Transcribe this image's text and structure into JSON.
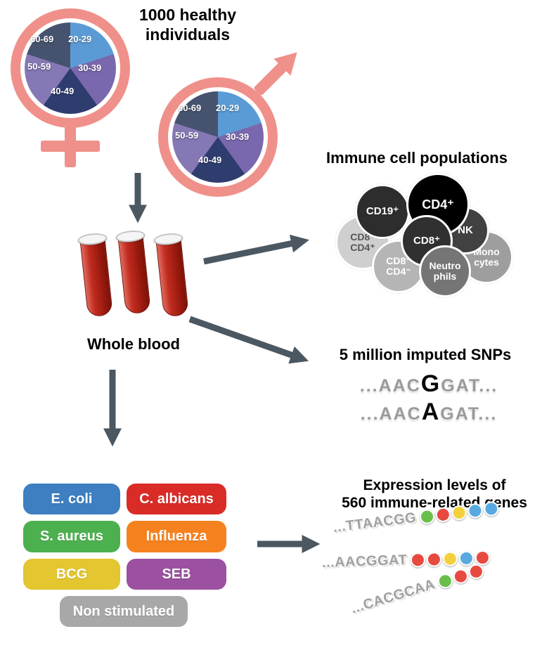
{
  "heading": "1000 healthy\nindividuals",
  "age_groups": [
    "20-29",
    "30-39",
    "40-49",
    "50-59",
    "60-69"
  ],
  "pie_colors": {
    "20-29": "#5b9bd5",
    "30-39": "#7a68ae",
    "40-49": "#2e3d6e",
    "50-59": "#8578b5",
    "60-69": "#46536f"
  },
  "colors": {
    "gender_symbol": "#f0908a",
    "arrow": "#4b5761"
  },
  "whole_blood_label": "Whole blood",
  "immune": {
    "title": "Immune cell populations",
    "cells": [
      {
        "label": "CD19⁺",
        "color": "#2d2d2d",
        "text_color": "#ffffff"
      },
      {
        "label": "CD4⁺",
        "color": "#000000",
        "text_color": "#ffffff"
      },
      {
        "label": "NK",
        "color": "#414141",
        "text_color": "#ffffff"
      },
      {
        "label": "CD8⁺",
        "color": "#303030",
        "text_color": "#ffffff"
      },
      {
        "label": "CD8⁺\nCD4⁺",
        "color": "#cfcfcf",
        "text_color": "#565656"
      },
      {
        "label": "CD8⁻\nCD4⁻",
        "color": "#b5b5b5",
        "text_color": "#ffffff"
      },
      {
        "label": "Neutro\nphils",
        "color": "#757575",
        "text_color": "#ffffff"
      },
      {
        "label": "Mono\ncytes",
        "color": "#9e9e9e",
        "text_color": "#ffffff"
      }
    ]
  },
  "snps": {
    "title": "5 million imputed SNPs",
    "sequences": [
      {
        "pre": "...AAC",
        "variant": "G",
        "post": "GAT..."
      },
      {
        "pre": "...AAC",
        "variant": "A",
        "post": "GAT..."
      }
    ]
  },
  "stimuli": {
    "items": [
      {
        "label": "E. coli",
        "color": "#3d7fc1"
      },
      {
        "label": "C. albicans",
        "color": "#da2c27"
      },
      {
        "label": "S. aureus",
        "color": "#4cb04f"
      },
      {
        "label": "Influenza",
        "color": "#f5821f"
      },
      {
        "label": "BCG",
        "color": "#e3c630"
      },
      {
        "label": "SEB",
        "color": "#9b51a0"
      },
      {
        "label": "Non stimulated",
        "color": "#a8a8a8"
      }
    ]
  },
  "expression": {
    "title": "Expression levels of\n560 immune-related genes",
    "rows": [
      {
        "sequence": "...TTAACGG",
        "beads": [
          "#6abf4b",
          "#e8493f",
          "#f2d13d",
          "#58a9e0",
          "#58a9e0"
        ]
      },
      {
        "sequence": "...AACGGAT",
        "beads": [
          "#e8493f",
          "#e8493f",
          "#f2d13d",
          "#58a9e0",
          "#e8493f"
        ]
      },
      {
        "sequence": "...CACGCAA",
        "beads": [
          "#6abf4b",
          "#e8493f",
          "#e8493f"
        ]
      }
    ]
  }
}
